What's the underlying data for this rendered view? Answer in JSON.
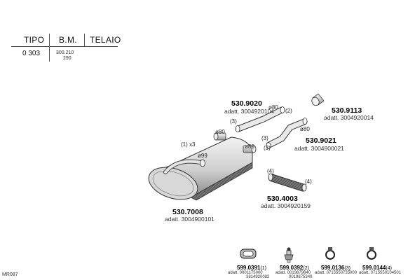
{
  "header": {
    "col_tipo": "TIPO",
    "col_bm": "B.M.",
    "col_telaio": "TELAIO",
    "tipo_value": "0 303",
    "bm_value_1": "300.210",
    "bm_value_2": "290"
  },
  "parts": {
    "p1": {
      "number": "530.7008",
      "subtitle": "adatt. 3004900101",
      "qty": "(1) x3",
      "diameters": [
        "ø80",
        "ø80",
        "ø99"
      ]
    },
    "p2": {
      "number": "530.9020",
      "subtitle": "adatt. 3004920104",
      "qty": "(3)",
      "diameter": "ø80"
    },
    "p3": {
      "number": "530.9021",
      "subtitle": "adatt. 3004900021",
      "qty_a": "(2)",
      "qty_b": "(3)",
      "diameter": "ø80"
    },
    "p4": {
      "number": "530.9113",
      "subtitle": "adatt. 3004920014"
    },
    "p5": {
      "number": "530.4003",
      "subtitle": "adatt. 3004920159",
      "qty_a": "(4)",
      "qty_b": "(4)"
    }
  },
  "accessories": [
    {
      "number": "599.0391",
      "qty": "(1)",
      "line1": "adatt. 0001175000",
      "line2": "3814920082"
    },
    {
      "number": "599.0392",
      "qty": "(2)",
      "line1": "adatt. 0019879640",
      "line2": "0019875340"
    },
    {
      "number": "599.0136",
      "qty": "(3)",
      "line1": "adatt. 0715550735000",
      "line2": ""
    },
    {
      "number": "599.0144",
      "qty": "(4)",
      "line1": "adatt. 0715550104501",
      "line2": ""
    }
  ],
  "footer_code": "MR087"
}
